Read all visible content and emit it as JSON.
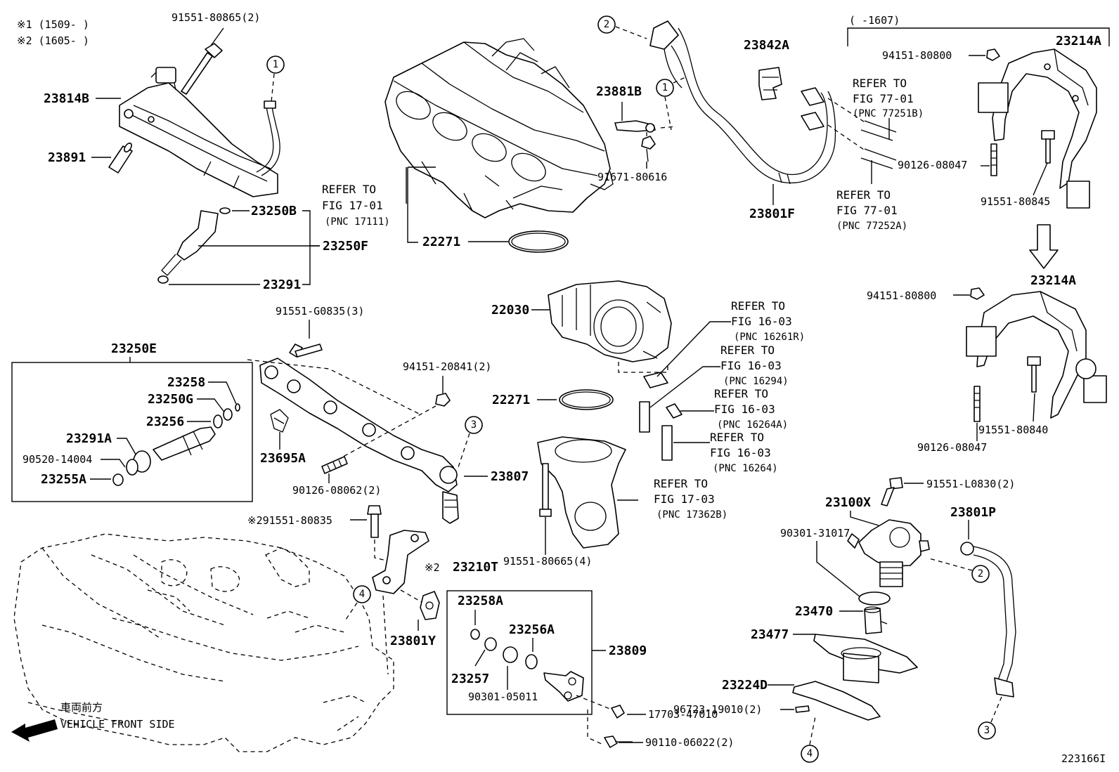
{
  "notes": {
    "n1": "※1 (1509-      )",
    "n2": "※2 (1605-      )",
    "top_right_range": "(     -1607)"
  },
  "labels": {
    "p91551_80865": "91551-80865(2)",
    "p23814B": "23814B",
    "p23891": "23891",
    "p23250B": "23250B",
    "p23250F": "23250F",
    "p23291": "23291",
    "p22271a": "22271",
    "p22271b": "22271",
    "p22030": "22030",
    "p23842A": "23842A",
    "p23881B": "23881B",
    "p91671_80616": "91671-80616",
    "p23801F": "23801F",
    "p94151_80800a": "94151-80800",
    "p94151_80800b": "94151-80800",
    "p23214Aa": "23214A",
    "p23214Ab": "23214A",
    "p90126_08047a": "90126-08047",
    "p90126_08047b": "90126-08047",
    "p91551_80845": "91551-80845",
    "p91551_80840": "91551-80840",
    "p91551_G0835": "91551-G0835(3)",
    "p23250E": "23250E",
    "p23258": "23258",
    "p23250G": "23250G",
    "p23256": "23256",
    "p23291A": "23291A",
    "p90520_14004": "90520-14004",
    "p23255A": "23255A",
    "p23695A": "23695A",
    "p94151_20841": "94151-20841(2)",
    "p90126_08062": "90126-08062(2)",
    "p23807": "23807",
    "p91551_80835": "※291551-80835",
    "p23210T": "23210T",
    "p23210T_mark": "※2",
    "p91551_80665": "91551-80665(4)",
    "p23801Y": "23801Y",
    "p23258A": "23258A",
    "p23256A": "23256A",
    "p23809": "23809",
    "p23257": "23257",
    "p90301_05011": "90301-05011",
    "p17703_47010": "17703-47010",
    "p90110_06022": "90110-06022(2)",
    "p91551_L0830": "91551-L0830(2)",
    "p23100X": "23100X",
    "p23801P": "23801P",
    "p90301_31017": "90301-31017",
    "p23470": "23470",
    "p23477": "23477",
    "p23224D": "23224D",
    "p96723_19010": "96723-19010(2)",
    "vehicle_front_jp": "車両前方",
    "vehicle_front_en": "VEHICLE FRONT SIDE",
    "drawing_no": "223166I"
  },
  "refs": [
    {
      "l1": "REFER TO",
      "l2": "FIG 17-01",
      "pnc": "(PNC 17111)"
    },
    {
      "l1": "REFER TO",
      "l2": "FIG 77-01",
      "pnc": "(PNC 77251B)"
    },
    {
      "l1": "REFER TO",
      "l2": "FIG 77-01",
      "pnc": "(PNC 77252A)"
    },
    {
      "l1": "REFER TO",
      "l2": "FIG 16-03",
      "pnc": "(PNC 16261R)"
    },
    {
      "l1": "REFER TO",
      "l2": "FIG 16-03",
      "pnc": "(PNC 16294)"
    },
    {
      "l1": "REFER TO",
      "l2": "FIG 16-03",
      "pnc": "(PNC 16264A)"
    },
    {
      "l1": "REFER TO",
      "l2": "FIG 16-03",
      "pnc": "(PNC 16264)"
    },
    {
      "l1": "REFER TO",
      "l2": "FIG 17-03",
      "pnc": "(PNC 17362B)"
    }
  ],
  "circles": {
    "c1": "1",
    "c2": "2",
    "c3": "3",
    "c4": "4"
  }
}
